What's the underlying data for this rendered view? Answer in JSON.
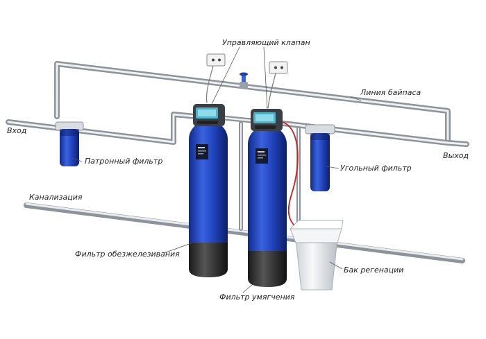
{
  "labels": {
    "control_valve": "Управляющий клапан",
    "bypass_line": "Линия байпаса",
    "inlet": "Вход",
    "outlet": "Выход",
    "cartridge_filter": "Патронный фильтр",
    "carbon_filter": "Угольный фильтр",
    "sewer": "Канализация",
    "iron_removal_filter": "Фильтр обезжелезивания",
    "softening_filter": "Фильтр умягчения",
    "regeneration_tank": "Бак регенации"
  },
  "colors": {
    "pipe": "#cfd3d8",
    "pipe_dark": "#8a9099",
    "tank_blue": "#1f3fae",
    "tank_dark": "#2b2b2b",
    "salt_tank": "#eceff1",
    "signal_wire": "#c81e1e"
  }
}
